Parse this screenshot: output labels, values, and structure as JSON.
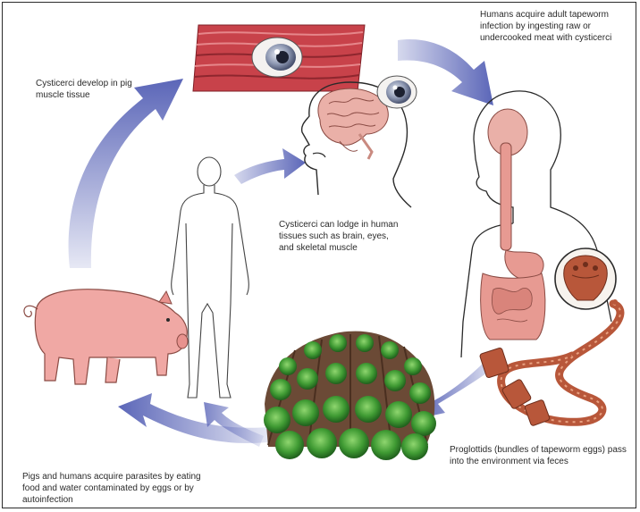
{
  "captions": {
    "humans_acquire": "Humans acquire adult tapeworm infection by ingesting raw or undercooked meat with cysticerci",
    "cysticerci_develop": "Cysticerci develop in pig muscle tissue",
    "cysticerci_lodge": "Cysticerci can lodge in human tissues such as brain, eyes, and skeletal muscle",
    "proglottids": "Proglottids (bundles of tapeworm eggs) pass into the environment via feces",
    "pigs_humans": "Pigs and humans acquire parasites by eating food and water contaminated by eggs or by autoinfection"
  },
  "colors": {
    "arrow": "#5b66b8",
    "pig": "#f0a8a4",
    "muscle": "#c8424a",
    "brain": "#eab0a8",
    "organs": "#e79a92",
    "tapeworm": "#b8573a",
    "crop": "#3f9a33",
    "soil": "#6b4a36",
    "outline": "#2a2a2a"
  }
}
